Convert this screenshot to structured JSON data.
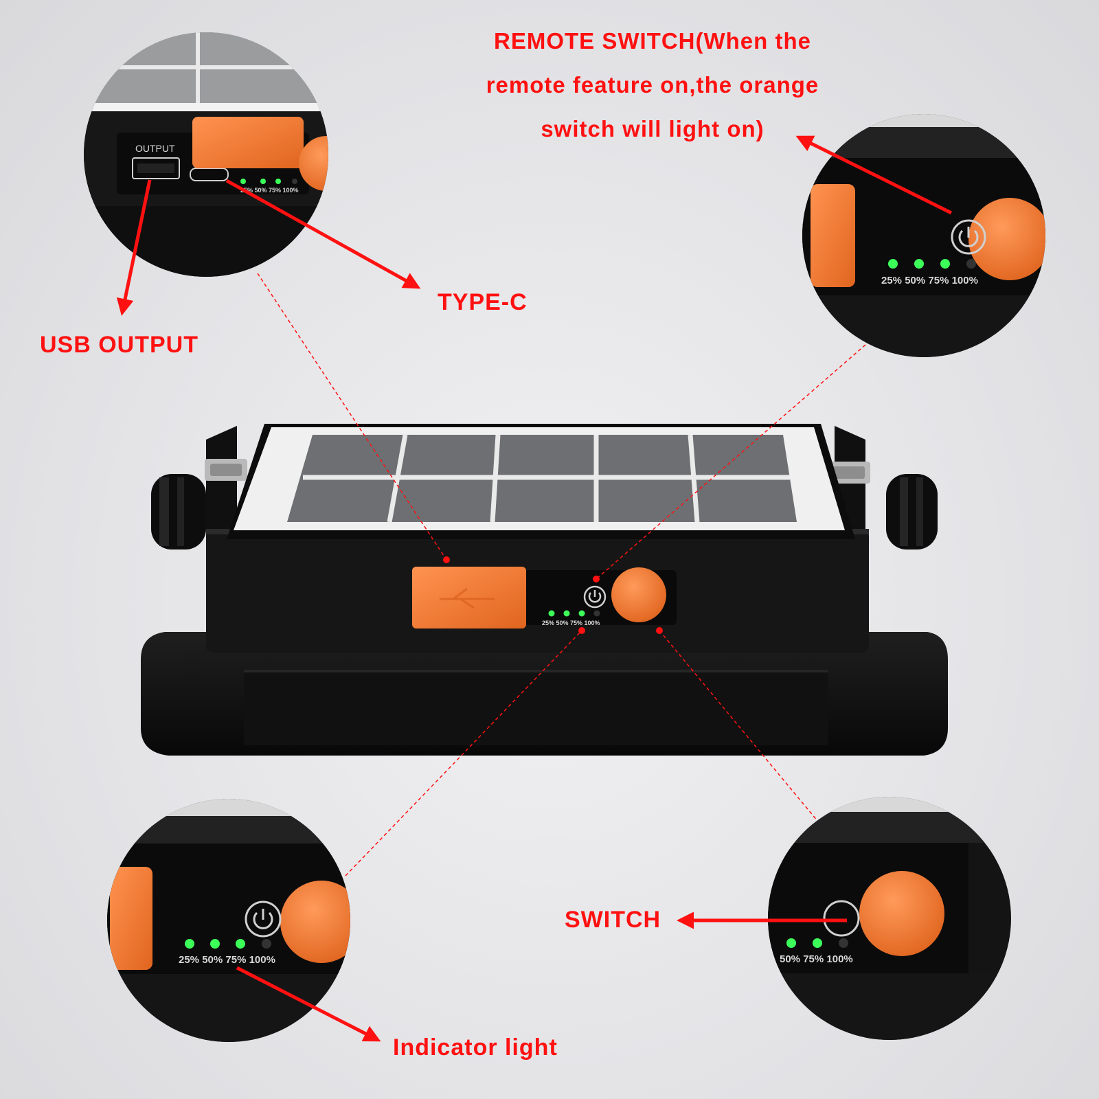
{
  "callouts": {
    "remote_switch_line1": "REMOTE SWITCH(When the",
    "remote_switch_line2": "remote feature on,the orange",
    "remote_switch_line3": "switch will light on)",
    "type_c": "TYPE-C",
    "usb_output": "USB OUTPUT",
    "switch": "SWITCH",
    "indicator_light": "Indicator light"
  },
  "panel_labels": {
    "output": "OUTPUT",
    "pct_25": "25%",
    "pct_50": "50%",
    "pct_75": "75%",
    "pct_100": "100%",
    "pct_row_full": "25% 50% 75% 100%",
    "pct_row_partial": "50% 75% 100%"
  },
  "colors": {
    "callout_red": "#ff1111",
    "device_black": "#141414",
    "orange": "#f07a34",
    "led_green": "#3dff5a",
    "solar_cell": "#6d6f72"
  },
  "icons": {
    "power": "power-icon",
    "usb": "usb-icon"
  }
}
